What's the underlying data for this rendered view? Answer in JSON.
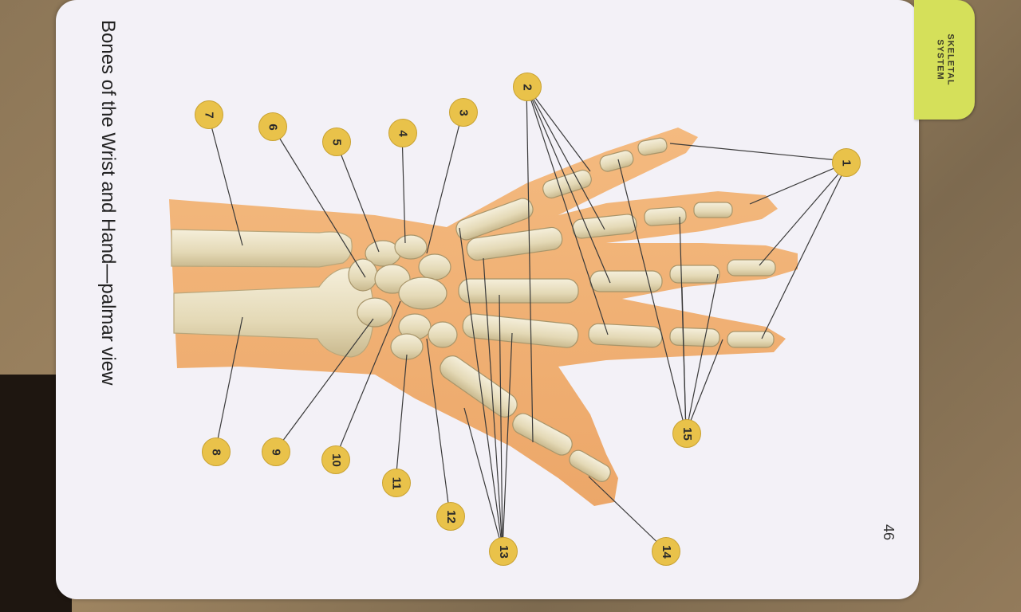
{
  "title": "Bones of the Wrist and Hand—palmar view",
  "page_number": "46",
  "section_tab": "SKELETAL\nSYSTEM",
  "callouts": [
    {
      "label": "1"
    },
    {
      "label": "2"
    },
    {
      "label": "3"
    },
    {
      "label": "4"
    },
    {
      "label": "5"
    },
    {
      "label": "6"
    },
    {
      "label": "7"
    },
    {
      "label": "8"
    },
    {
      "label": "9"
    },
    {
      "label": "10"
    },
    {
      "label": "11"
    },
    {
      "label": "12"
    },
    {
      "label": "13"
    },
    {
      "label": "14"
    },
    {
      "label": "15"
    }
  ],
  "colors": {
    "card": "#f3f1f7",
    "tab": "#d5e05a",
    "callout": "#e9c24a",
    "skin": "#f0a860",
    "bone": "#ece4c8",
    "leader_line": "#3a3a3a"
  }
}
